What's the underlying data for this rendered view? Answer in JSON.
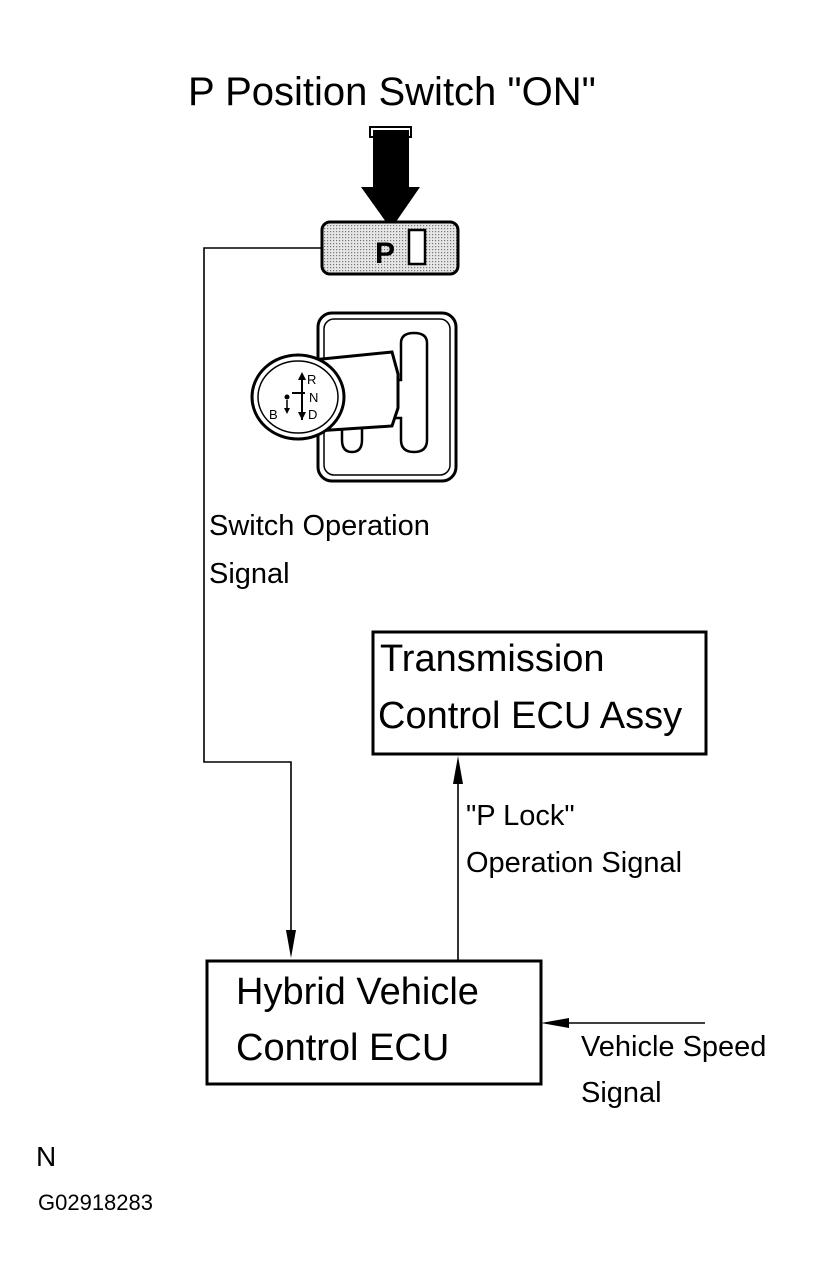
{
  "title": "P Position Switch \"ON\"",
  "switch": {
    "letter": "P"
  },
  "shift_knob": {
    "positions": [
      "R",
      "N",
      "D",
      "B"
    ]
  },
  "signals": {
    "switch_operation": [
      "Switch Operation",
      "Signal"
    ],
    "p_lock": [
      "\"P Lock\"",
      "Operation Signal"
    ],
    "vehicle_speed": [
      "Vehicle Speed",
      "Signal"
    ]
  },
  "boxes": {
    "transmission_ecu": [
      "Transmission",
      "Control ECU Assy"
    ],
    "hybrid_ecu": [
      "Hybrid Vehicle",
      "Control ECU"
    ]
  },
  "footer": {
    "mark": "N",
    "code": "G02918283"
  }
}
